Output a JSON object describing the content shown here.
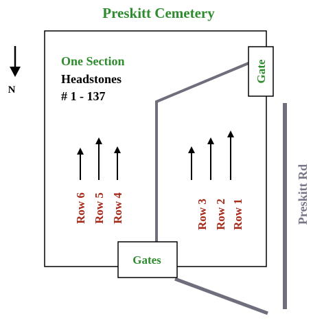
{
  "title": "Preskitt Cemetery",
  "north_label": "N",
  "section": {
    "name": "One Section",
    "line2": "Headstones",
    "line3": "# 1 - 137"
  },
  "gate_top_label": "Gate",
  "gates_bottom_label": "Gates",
  "road_label": "Preskitt Rd",
  "rows_left": [
    "Row 6",
    "Row 5",
    "Row 4"
  ],
  "rows_right": [
    "Row 3",
    "Row 2",
    "Row 1"
  ],
  "colors": {
    "title_green": "#2e8b2e",
    "row_red": "#a52a1a",
    "road_gray": "#6f6e7c",
    "road_label": "#7a7688",
    "text_black": "#000000"
  }
}
